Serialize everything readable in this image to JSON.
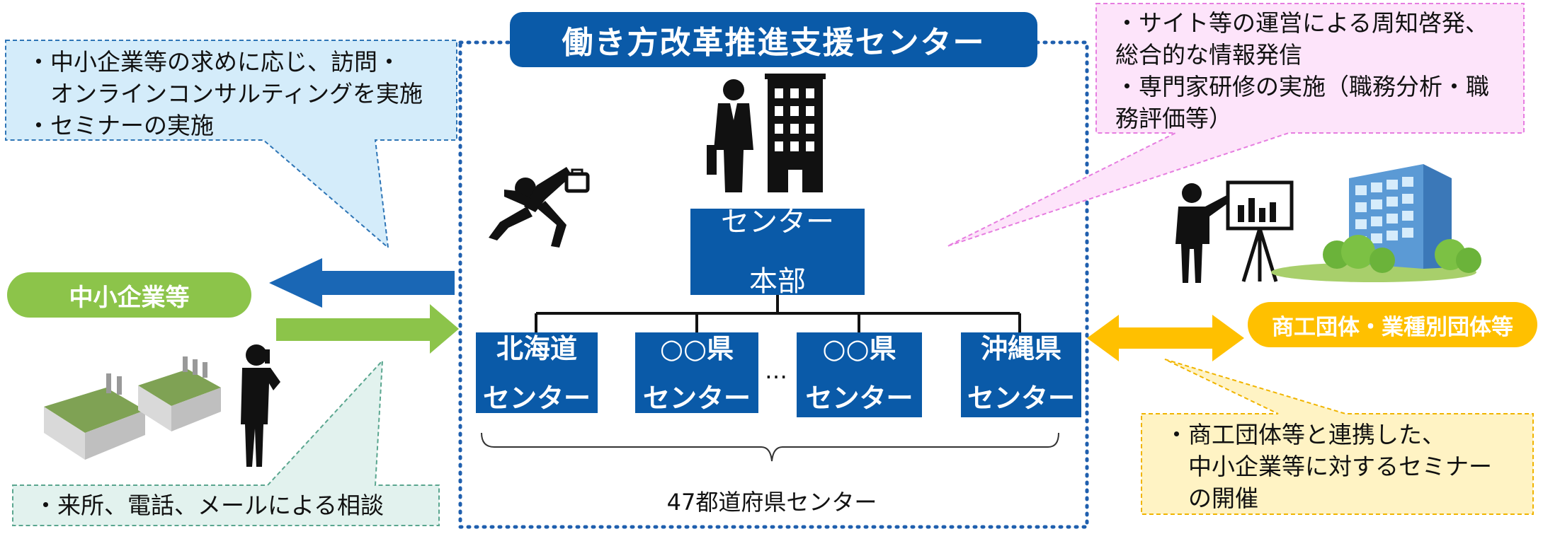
{
  "title": "働き方改革推進支援センター",
  "callouts": {
    "top_left": "・中小企業等の求めに応じ、訪問・\n　オンラインコンサルティングを実施\n・セミナーの実施",
    "top_right": "・サイト等の運営による周知啓発、\n総合的な情報発信\n・専門家研修の実施（職務分析・職\n務評価等）",
    "bottom_left": "・来所、電話、メールによる相談",
    "bottom_right": "・商工団体等と連携した、\n　中小企業等に対するセミナー\n　の開催"
  },
  "left_entity": "中小企業等",
  "right_entity": "商工団体・業種別団体等",
  "headquarters": {
    "line1": "センター",
    "line2": "本部"
  },
  "branches": [
    {
      "line1": "北海道",
      "line2": "センター"
    },
    {
      "line1": "○○県",
      "line2": "センター"
    },
    {
      "line1": "○○県",
      "line2": "センター"
    },
    {
      "line1": "沖縄県",
      "line2": "センター"
    }
  ],
  "ellipsis": "…",
  "branch_caption": "47都道府県センター",
  "colors": {
    "primary_blue": "#0a5aa8",
    "green": "#8cc44a",
    "orange": "#ffc000",
    "callout_blue": "#d4ecfa",
    "callout_pink": "#fde4fa",
    "callout_mint": "#e2f2ee",
    "callout_yellow": "#fff3c4"
  }
}
